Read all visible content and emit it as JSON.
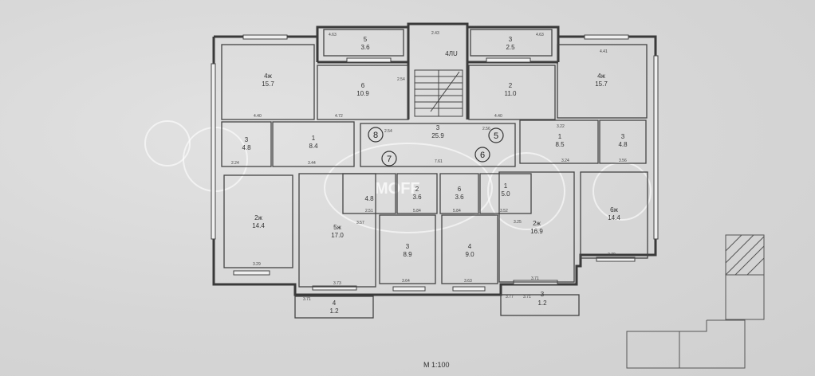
{
  "plan": {
    "scale": "М 1:100",
    "watermark": "MOFF",
    "stair_label": "4ЛU",
    "rooms": [
      {
        "id": "tl-bal",
        "num": "5",
        "area": "3.6"
      },
      {
        "id": "tr-bal",
        "num": "3",
        "area": "2.5"
      },
      {
        "id": "tl-4",
        "num": "4ж",
        "area": "15.7"
      },
      {
        "id": "tl-6",
        "num": "6",
        "area": "10.9"
      },
      {
        "id": "tr-2",
        "num": "2",
        "area": "11.0"
      },
      {
        "id": "tr-4",
        "num": "4ж",
        "area": "15.7"
      },
      {
        "id": "l-3",
        "num": "3",
        "area": "4.8"
      },
      {
        "id": "l-1",
        "num": "1",
        "area": "8.4"
      },
      {
        "id": "hall",
        "num": "3",
        "area": "25.9"
      },
      {
        "id": "r-1",
        "num": "1",
        "area": "8.5"
      },
      {
        "id": "r-3",
        "num": "3",
        "area": "4.8"
      },
      {
        "id": "c-a",
        "num": "",
        "area": "4.8"
      },
      {
        "id": "c-b",
        "num": "2",
        "area": "3.6"
      },
      {
        "id": "c-c",
        "num": "6",
        "area": "3.6"
      },
      {
        "id": "c-d",
        "num": "1",
        "area": "5.0"
      },
      {
        "id": "l-2ж",
        "num": "2ж",
        "area": "14.4"
      },
      {
        "id": "l-5ж",
        "num": "5ж",
        "area": "17.0"
      },
      {
        "id": "c-3",
        "num": "3",
        "area": "8.9"
      },
      {
        "id": "c-4",
        "num": "4",
        "area": "9.0"
      },
      {
        "id": "r-2ж",
        "num": "2ж",
        "area": "16.9"
      },
      {
        "id": "r-6ж",
        "num": "6ж",
        "area": "14.4"
      },
      {
        "id": "bl-bal",
        "num": "4",
        "area": "1.2"
      },
      {
        "id": "br-bal",
        "num": "3",
        "area": "1.2"
      }
    ],
    "sections": [
      "8",
      "7",
      "5",
      "6"
    ],
    "dims": [
      "4.63",
      "2.43",
      "4.63",
      "4.40",
      "4.72",
      "4.41",
      "4.40",
      "2.54",
      "2.56",
      "3.22",
      "2.54",
      "2.24",
      "3.44",
      "3.56",
      "7.61",
      "3.24",
      "2.51",
      "5.84",
      "5.84",
      "3.52",
      "3.57",
      "3.25",
      "3.71",
      "3.73",
      "3.64",
      "3.63",
      "3.71",
      "3.71",
      "3.77",
      "3.29",
      "3.79"
    ]
  }
}
